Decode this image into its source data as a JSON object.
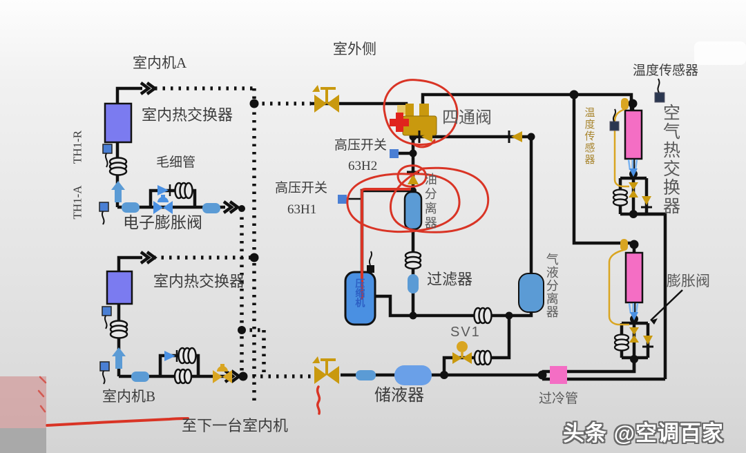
{
  "labels": {
    "indoor_unit_a": "室内机A",
    "indoor_unit_b": "室内机B",
    "outdoor_side": "室外侧",
    "indoor_hx_a": "室内热交换器",
    "indoor_hx_b": "室内热交换器",
    "th1_r": "TH1-R",
    "th1_a": "TH1-A",
    "capillary": "毛细管",
    "electronic_expansion_valve": "电子膨胀阀",
    "four_way_valve": "四通阀",
    "hp_switch_label_2": "高压开关",
    "hp_switch_id_2": "63H2",
    "hp_switch_label_1": "高压开关",
    "hp_switch_id_1": "63H1",
    "oil_separator": "油分离器",
    "filter": "过滤器",
    "gas_liquid_separator": "气液分离器",
    "compressor": "压缩机",
    "sv1": "SV1",
    "receiver": "储液器",
    "subcooler": "过冷管",
    "expansion_valve": "膨胀阀",
    "air_heat_exchanger": "空气热交换器",
    "temp_sensor_top": "温度传感器",
    "temp_sensor_side": "温度传感器",
    "to_next_indoor": "至下一台室内机"
  },
  "watermark": {
    "text": "头条 @空调百家"
  },
  "colors": {
    "pipe": "#111111",
    "component_blue": "#5b9bd5",
    "indoor_hx_blue": "#7b7bf0",
    "hx_pink": "#f46ec4",
    "valve_gold": "#c9990e",
    "amber_wire": "#d9a521",
    "sensor_navy": "#2b3750",
    "annotation_red": "#d93425",
    "label_text": "#3c3c3c"
  }
}
